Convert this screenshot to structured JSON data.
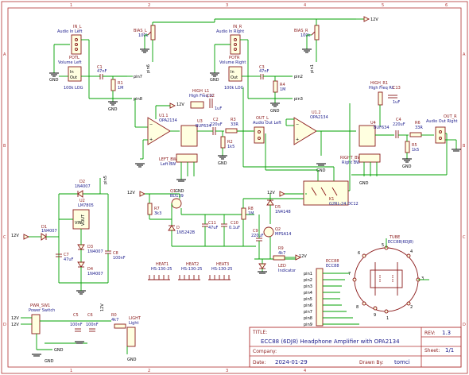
{
  "title_block": {
    "title_label": "TITLE:",
    "title": "ECC88 (6DJ8) Headphone Amplifier with OPA2134",
    "rev_label": "REV:",
    "rev": "1.3",
    "company_label": "Company:",
    "sheet_label": "Sheet:",
    "sheet": "1/1",
    "date_label": "Date:",
    "date": "2024-01-29",
    "drawn_label": "Drawn By:",
    "drawn_by": "tomci"
  },
  "grid": {
    "cols": [
      "1",
      "2",
      "3",
      "4",
      "5",
      "6"
    ],
    "rows": [
      "A",
      "B",
      "C",
      "D"
    ]
  },
  "nets": {
    "v12": "12V",
    "pin7": "pin7",
    "pin8": "pin8",
    "pin2": "pin2",
    "pin3": "pin3",
    "pin5": "pin5",
    "pin6": "pin6",
    "pin1": "pin1",
    "pin4": "pin4",
    "pin9": "pin9"
  },
  "components": {
    "in_l": {
      "ref": "IN_L",
      "value": "Audio In Left"
    },
    "in_r": {
      "ref": "IN_R",
      "value": "Audio In Right"
    },
    "potl": {
      "ref": "POTL",
      "value": "Volume Left",
      "extra": "100k LOG"
    },
    "potr": {
      "ref": "POTR",
      "value": "Volume Right",
      "extra": "100k LOG"
    },
    "bias_l": {
      "ref": "BIAS_L",
      "value": "100k"
    },
    "bias_r": {
      "ref": "BIAS_R",
      "value": "100k"
    },
    "c1": {
      "ref": "C1",
      "value": "47nF"
    },
    "c3": {
      "ref": "C3",
      "value": "47nF"
    },
    "r1": {
      "ref": "R1",
      "value": "1M"
    },
    "r4": {
      "ref": "R4",
      "value": "1M"
    },
    "high_l1": {
      "ref": "HIGH_L1",
      "value": "High Freq LC"
    },
    "c12": {
      "ref": "C12",
      "value": "1uF"
    },
    "high_r1": {
      "ref": "HIGH_R1",
      "value": "High Freq RC"
    },
    "c13": {
      "ref": "C13",
      "value": "1uF"
    },
    "u1_1": {
      "ref": "U1.1",
      "value": "OPA2134"
    },
    "u1_2": {
      "ref": "U1.2",
      "value": "OPA2134"
    },
    "u3": {
      "ref": "U3",
      "value": "BUF634"
    },
    "u4": {
      "ref": "U4",
      "value": "BUF634"
    },
    "c2": {
      "ref": "C2",
      "value": "220uF"
    },
    "c4": {
      "ref": "C4",
      "value": "220uF"
    },
    "r3": {
      "ref": "R3",
      "value": "33R"
    },
    "r6": {
      "ref": "R6",
      "value": "33R"
    },
    "r2": {
      "ref": "R2",
      "value": "1k5"
    },
    "r5": {
      "ref": "R5",
      "value": "1k5"
    },
    "out_l": {
      "ref": "OUT_L",
      "value": "Audio Out Left"
    },
    "out_r": {
      "ref": "OUT_R",
      "value": "Audio Out Right"
    },
    "left_bw": {
      "ref": "LEFT_BW",
      "value": "Left BW"
    },
    "right_bw": {
      "ref": "RIGHT_BW",
      "value": "Right BW"
    },
    "d2": {
      "ref": "D2",
      "value": "1N4007"
    },
    "d1": {
      "ref": "D1",
      "value": "1N4007"
    },
    "d3": {
      "ref": "D3",
      "value": "1N4007"
    },
    "d4": {
      "ref": "D4",
      "value": "1N4007"
    },
    "u2": {
      "ref": "U2",
      "value": "LM7805"
    },
    "c7": {
      "ref": "C7",
      "value": "47uF"
    },
    "c8": {
      "ref": "C8",
      "value": "100nF"
    },
    "q1": {
      "ref": "Q1",
      "value": "BD139"
    },
    "r7": {
      "ref": "R7",
      "value": "3k3"
    },
    "d": {
      "ref": "D",
      "value": "1N5242B"
    },
    "c11": {
      "ref": "C11",
      "value": "47uF"
    },
    "c10": {
      "ref": "C10",
      "value": "0.1uF"
    },
    "r8": {
      "ref": "R8",
      "value": "1M"
    },
    "c9": {
      "ref": "C9",
      "value": "220uF"
    },
    "d5": {
      "ref": "D5",
      "value": "1N4148"
    },
    "q2": {
      "ref": "Q2",
      "value": "MPSA14"
    },
    "k1": {
      "ref": "K1",
      "value": "G2RL-24 DC12"
    },
    "r9": {
      "ref": "R9",
      "value": "4k7"
    },
    "led": {
      "ref": "LED",
      "value": "Indicator"
    },
    "heat1": {
      "ref": "HEAT1",
      "value": "HS-130-25"
    },
    "heat2": {
      "ref": "HEAT2",
      "value": "HS-130-25"
    },
    "heat3": {
      "ref": "HEAT3",
      "value": "HS-130-25"
    },
    "ecc88_l": {
      "ref": "ECC88",
      "value": "ECC88"
    },
    "tube": {
      "ref": "TUBE",
      "value": "ECC88(6DJ8)"
    },
    "pwr_sw": {
      "ref": "PWR_SW1",
      "value": "Power Switch"
    },
    "c5": {
      "ref": "C5",
      "value": "100nF"
    },
    "c6": {
      "ref": "C6",
      "value": "100nF"
    },
    "r0": {
      "ref": "R0",
      "value": "4k7"
    },
    "light": {
      "ref": "LIGHT",
      "value": "Light"
    }
  }
}
